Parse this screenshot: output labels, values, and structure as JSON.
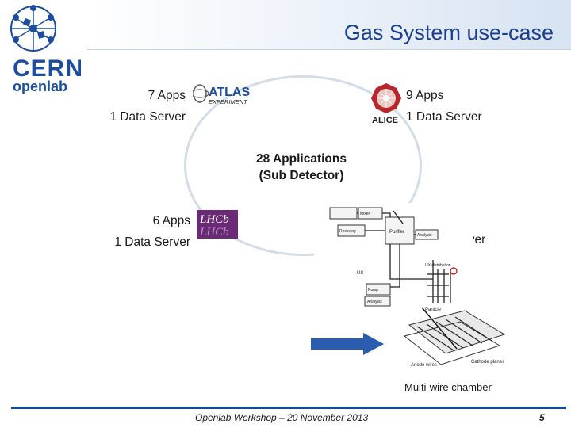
{
  "title": "Gas System use-case",
  "logo": {
    "name": "CERN",
    "sub": "openlab"
  },
  "center": {
    "line1": "28 Applications",
    "line2": "(Sub Detector)"
  },
  "atlas": {
    "apps": "7 Apps",
    "server": "1 Data Server",
    "logo_text": "ATLAS",
    "logo_sub": "EXPERIMENT"
  },
  "alice": {
    "apps": "9 Apps",
    "server": "1 Data Server",
    "logo_text": "ALICE"
  },
  "lhcb": {
    "apps": "6 Apps",
    "server": "1 Data Server",
    "logo_text": "LHCb"
  },
  "cms": {
    "server_partial": "erver"
  },
  "diagram": {
    "labels": [
      "Mixer",
      "Recovery",
      "Purifier",
      "Analysis",
      "US",
      "UX distribution",
      "Pump",
      "Analysis"
    ]
  },
  "chamber": {
    "labels": [
      "Particle",
      "Anode wires",
      "Cathode planes"
    ],
    "caption": "Multi-wire chamber"
  },
  "footer": {
    "text": "Openlab Workshop – 20 November 2013",
    "page": "5"
  },
  "colors": {
    "title": "#1b3f8f",
    "footer_line": "#0f4aa0",
    "arrow": "#2a5db0"
  }
}
